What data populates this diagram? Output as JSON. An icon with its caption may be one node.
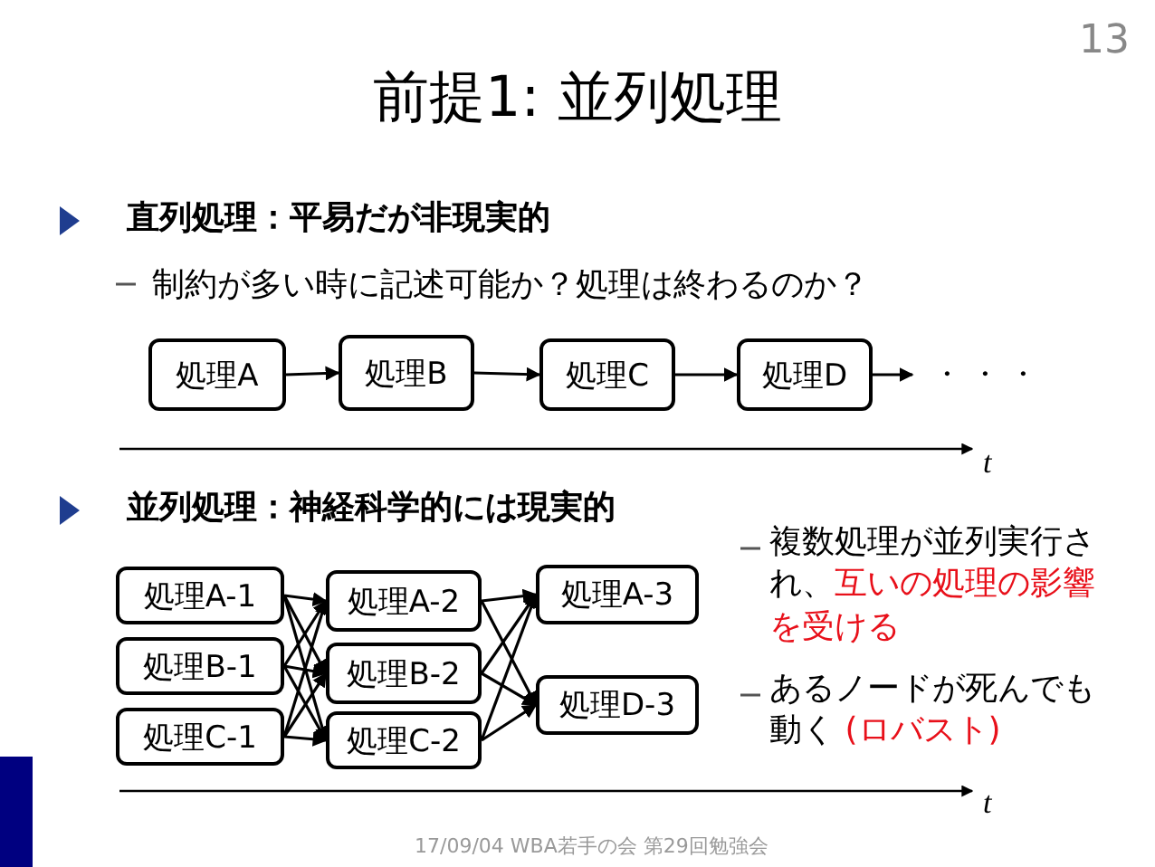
{
  "diagram": {
    "title": "前提1: 並列処理",
    "nodes": [
      {
        "text": [
          "処理A"
        ]
      },
      {
        "text": [
          "処理B"
        ]
      },
      {
        "text": [
          "処理C"
        ]
      },
      {
        "text": [
          "処理D"
        ]
      },
      {
        "text": [
          "・ ・ ・"
        ]
      },
      {
        "text": [
          "処理A-1"
        ]
      },
      {
        "text": [
          "処理B-1"
        ]
      },
      {
        "text": [
          "処理C-1"
        ]
      },
      {
        "text": [
          "処理A-2"
        ]
      },
      {
        "text": [
          "処理B-2"
        ]
      },
      {
        "text": [
          "処理C-2"
        ]
      },
      {
        "text": [
          "処理A-3"
        ]
      },
      {
        "text": [
          "処理D-3"
        ]
      }
    ],
    "edges": [
      {
        "from": 0,
        "to": 1,
        "arrow": "to"
      },
      {
        "from": 1,
        "to": 2,
        "arrow": "to"
      },
      {
        "from": 2,
        "to": 3,
        "arrow": "to"
      },
      {
        "from": 3,
        "to": 4,
        "arrow": "to"
      },
      {
        "from": 5,
        "to": 8,
        "arrow": "to"
      },
      {
        "from": 5,
        "to": 9,
        "arrow": "to"
      },
      {
        "from": 5,
        "to": 10,
        "arrow": "to"
      },
      {
        "from": 6,
        "to": 8,
        "arrow": "to"
      },
      {
        "from": 6,
        "to": 9,
        "arrow": "to"
      },
      {
        "from": 6,
        "to": 10,
        "arrow": "to"
      },
      {
        "from": 7,
        "to": 8,
        "arrow": "to"
      },
      {
        "from": 7,
        "to": 9,
        "arrow": "to"
      },
      {
        "from": 7,
        "to": 10,
        "arrow": "to"
      },
      {
        "from": 8,
        "to": 11,
        "arrow": "to"
      },
      {
        "from": 8,
        "to": 12,
        "arrow": "to"
      },
      {
        "from": 9,
        "to": 11,
        "arrow": "to"
      },
      {
        "from": 9,
        "to": 12,
        "arrow": "to"
      },
      {
        "from": 10,
        "to": 11,
        "arrow": "to"
      },
      {
        "from": 10,
        "to": 12,
        "arrow": "to"
      }
    ],
    "labels": [
      "13",
      "直列処理：平易だが非現実的",
      "制約が多い時に記述可能か？処理は終わるのか？",
      "t",
      "並列処理：神経科学的には現実的",
      "複数処理が並列実行され、**互いの処理の影響を受ける**",
      "あるノードが死んでも動く **(ロバスト)**",
      "t",
      "17/09/04 WBA若手の会 第29回勉強会"
    ]
  }
}
